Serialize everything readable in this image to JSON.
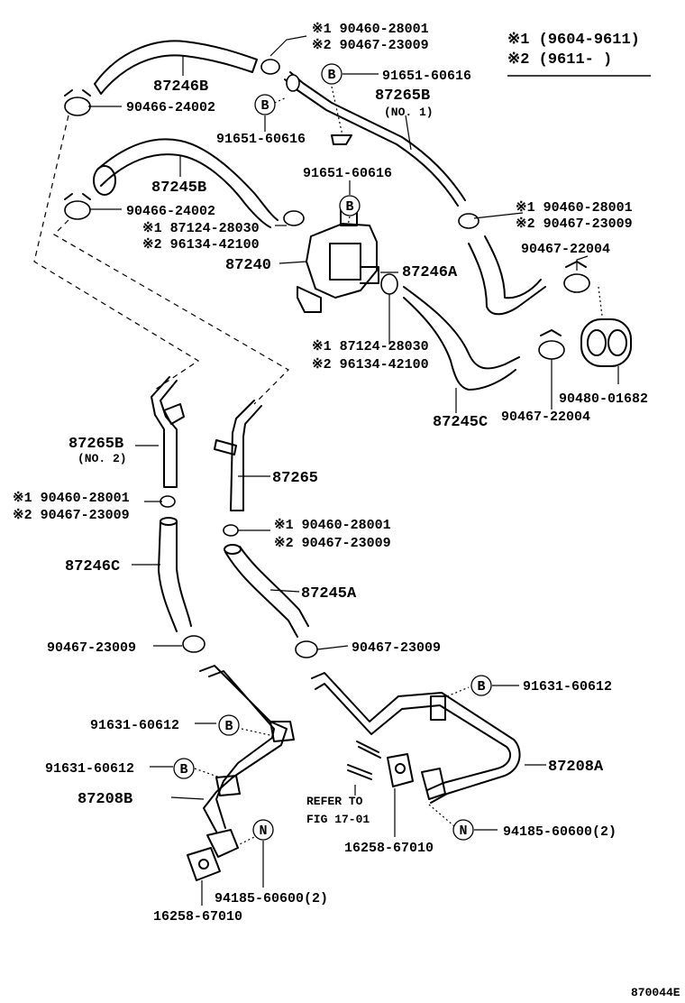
{
  "legend": {
    "row1": "※1 (9604-9611)",
    "row2": "※2 (9611-      )"
  },
  "labels": {
    "top_clamp_a": "※1 90460-28001",
    "top_clamp_b": "※2 90467-23009",
    "hose_87246b": "87246B",
    "clamp_90466_top": "90466-24002",
    "b_91651_top_right": "91651-60616",
    "pipe_87265b_no1": "87265B",
    "pipe_87265b_no1_sub": "(NO. 1)",
    "b_91651_left": "91651-60616",
    "b_91651_mid": "91651-60616",
    "hose_87245b": "87245B",
    "clamp_90466_mid": "90466-24002",
    "clamp_87124_a1": "※1 87124-28030",
    "clamp_96134_a2": "※2 96134-42100",
    "valve_87240": "87240",
    "hose_87246a": "87246A",
    "clamp_87124_b1": "※1 87124-28030",
    "clamp_96134_b2": "※2 96134-42100",
    "right_clamp_a": "※1 90460-28001",
    "right_clamp_b": "※2 90467-23009",
    "clamp_22004_top": "90467-22004",
    "hose_87245c": "87245C",
    "clamp_22004_bot": "90467-22004",
    "grommet_90480": "90480-01682",
    "pipe_87265b_no2": "87265B",
    "pipe_87265b_no2_sub": "(NO. 2)",
    "pipe_87265": "87265",
    "left_clamp_a": "※1 90460-28001",
    "left_clamp_b": "※2 90467-23009",
    "mid_clamp_a": "※1 90460-28001",
    "mid_clamp_b": "※2 90467-23009",
    "hose_87246c": "87246C",
    "hose_87245a": "87245A",
    "clamp_23009_left": "90467-23009",
    "clamp_23009_right": "90467-23009",
    "b_91631_right": "91631-60612",
    "b_91631_left_a": "91631-60612",
    "b_91631_left_b": "91631-60612",
    "pipe_87208a": "87208A",
    "pipe_87208b": "87208B",
    "refer_line1": "REFER TO",
    "refer_line2": "FIG 17-01",
    "gasket_right": "16258-67010",
    "nut_right": "94185-60600(2)",
    "nut_left": "94185-60600(2)",
    "gasket_left": "16258-67010",
    "figure_id": "870044E"
  },
  "callouts": {
    "b": "B",
    "n": "N"
  }
}
